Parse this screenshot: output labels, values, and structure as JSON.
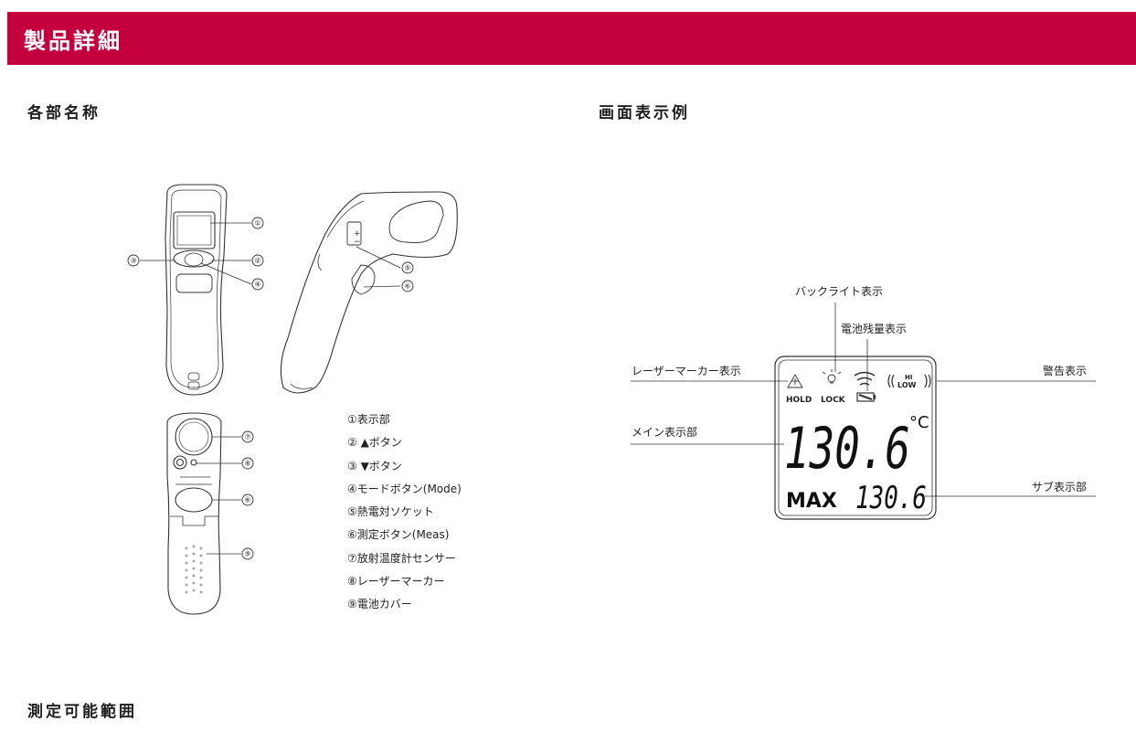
{
  "header": {
    "title": "製品詳細"
  },
  "sections": {
    "parts_title": "各部名称",
    "display_title": "画面表示例",
    "range_title": "測定可能範囲"
  },
  "colors": {
    "banner": "#c5003e",
    "line": "#333333"
  },
  "callouts": [
    "①",
    "②",
    "③",
    "④",
    "⑤",
    "⑥",
    "⑦",
    "⑧",
    "⑨"
  ],
  "parts_list": [
    "①表示部",
    "② ▲ボタン",
    "③ ▼ボタン",
    "④モードボタン(Mode)",
    "⑤熱電対ソケット",
    "⑥測定ボタン(Meas)",
    "⑦放射温度計センサー",
    "⑧レーザーマーカー",
    "⑨電池カバー"
  ],
  "display_labels": {
    "backlight": "バックライト表示",
    "battery": "電池残量表示",
    "laser": "レーザーマーカー表示",
    "warning": "警告表示",
    "main": "メイン表示部",
    "sub": "サブ表示部"
  },
  "lcd": {
    "hold": "HOLD",
    "lock": "LOCK",
    "hi": "HI",
    "low": "LOW",
    "main_value": "130.6",
    "unit": "°C",
    "max_label": "MAX",
    "sub_value": "130.6"
  }
}
